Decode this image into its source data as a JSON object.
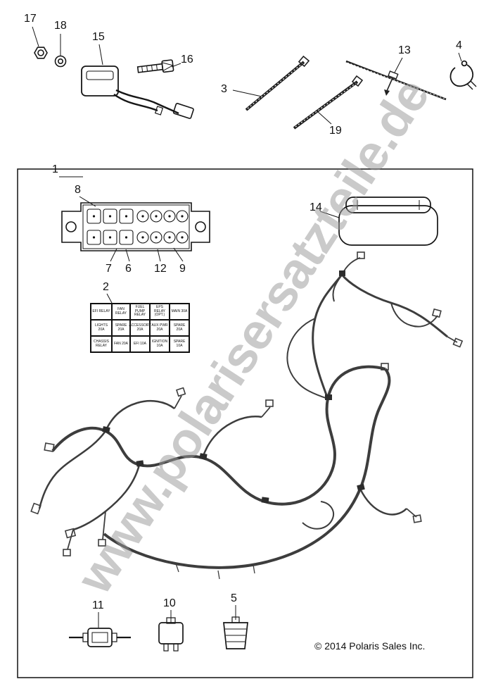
{
  "watermark": "www.polarisersatzteile.de",
  "copyright": "© 2014 Polaris Sales Inc.",
  "callouts": {
    "c1": "1",
    "c2": "2",
    "c3": "3",
    "c4": "4",
    "c5": "5",
    "c6": "6",
    "c7": "7",
    "c8": "8",
    "c9": "9",
    "c10": "10",
    "c11": "11",
    "c12": "12",
    "c13": "13",
    "c14": "14",
    "c15": "15",
    "c16": "16",
    "c17": "17",
    "c18": "18",
    "c19": "19"
  },
  "relay_table": {
    "rows": [
      [
        "EFI RELAY",
        "FAN RELAY",
        "FUEL PUMP RELAY",
        "EPS RELAY (OPT.)",
        "MAIN 30A"
      ],
      [
        "LIGHTS 20A",
        "SPARE 20A",
        "ACCESSORY 20A",
        "AUX PWR 20A",
        "SPARE 20A"
      ],
      [
        "CHASSIS RELAY",
        "FAN 20A",
        "EFI 10A",
        "IGNITION 10A",
        "SPARE 10A"
      ]
    ]
  }
}
